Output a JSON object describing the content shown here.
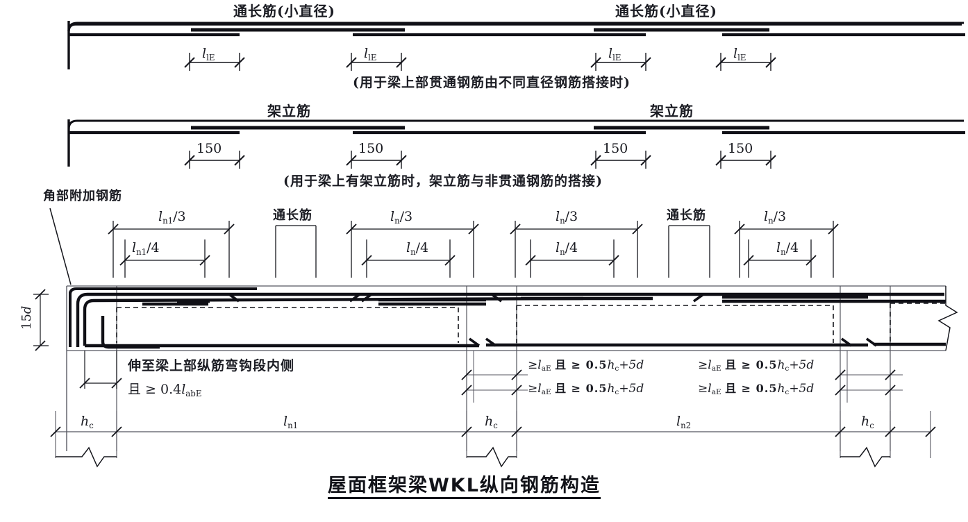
{
  "document": {
    "title": "屋面框架梁WKL纵向钢筋构造",
    "type": "structural-reinforcement-detail-drawing"
  },
  "panel_top": {
    "bar_label_left": "通长筋(小直径)",
    "bar_label_right": "通长筋(小直径)",
    "lap_dims": [
      "l",
      "l",
      "l",
      "l"
    ],
    "lap_symbol_main": "l",
    "lap_symbol_sub": "lE",
    "caption": "(用于梁上部贯通钢筋由不同直径钢筋搭接时)"
  },
  "panel_mid": {
    "bar_label_left": "架立筋",
    "bar_label_right": "架立筋",
    "lap_dims": [
      "150",
      "150",
      "150",
      "150"
    ],
    "caption": "(用于梁上有架立筋时，架立筋与非贯通钢筋的搭接)"
  },
  "panel_main": {
    "corner_note": "角部附加钢筋",
    "hook_label_main": "15",
    "hook_label_sub": "d",
    "through_bar_label_1": "通长筋",
    "through_bar_label_2": "通长筋",
    "span_dims": [
      {
        "upper_main": "l",
        "upper_sub": "n1",
        "upper_div": "/3",
        "lower_main": "l",
        "lower_sub": "n1",
        "lower_div": "/4"
      },
      {
        "upper_main": "l",
        "upper_sub": "n",
        "upper_div": "/3",
        "lower_main": "l",
        "lower_sub": "n",
        "lower_div": "/4"
      },
      {
        "upper_main": "l",
        "upper_sub": "n",
        "upper_div": "/3",
        "lower_main": "l",
        "lower_sub": "n",
        "lower_div": "/4"
      },
      {
        "upper_main": "l",
        "upper_sub": "n",
        "upper_div": "/3",
        "lower_main": "l",
        "lower_sub": "n",
        "lower_div": "/4"
      }
    ],
    "left_note_line1": "伸至梁上部纵筋弯钩段内侧",
    "left_note_line2_pre": "且 ≥ 0.4",
    "left_note_line2_sym": "l",
    "left_note_line2_sub": "abE",
    "anchor_notes": [
      {
        "prefix": "≥",
        "sym": "l",
        "sub": "aE",
        "mid": "且 ≥ 0.5",
        "h": "h",
        "hsub": "c",
        "tail": "+5d"
      },
      {
        "prefix": "≥",
        "sym": "l",
        "sub": "aE",
        "mid": "且 ≥ 0.5",
        "h": "h",
        "hsub": "c",
        "tail": "+5d"
      },
      {
        "prefix": "≥",
        "sym": "l",
        "sub": "aE",
        "mid": "且 ≥ 0.5",
        "h": "h",
        "hsub": "c",
        "tail": "+5d"
      },
      {
        "prefix": "≥",
        "sym": "l",
        "sub": "aE",
        "mid": "且 ≥ 0.5",
        "h": "h",
        "hsub": "c",
        "tail": "+5d"
      }
    ],
    "bottom_dims": [
      {
        "sym": "h",
        "sub": "c"
      },
      {
        "sym": "l",
        "sub": "n1"
      },
      {
        "sym": "h",
        "sub": "c"
      },
      {
        "sym": "l",
        "sub": "n2"
      },
      {
        "sym": "h",
        "sub": "c"
      }
    ]
  },
  "colors": {
    "ink": "#15161c",
    "rebar": "#101016",
    "thin": "#3a3c48",
    "background": "#ffffff"
  }
}
